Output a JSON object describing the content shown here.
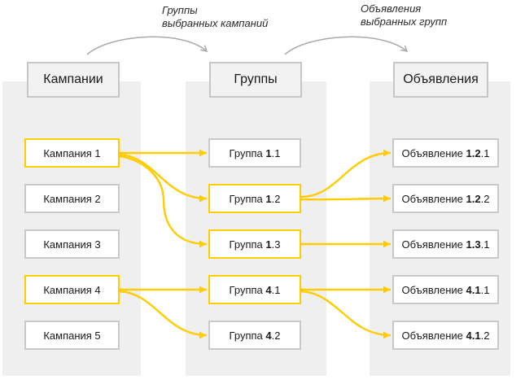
{
  "columns": [
    {
      "id": "campaigns",
      "header": "Кампании",
      "items": [
        {
          "pre": "Кампания 1",
          "bold": "",
          "post": "",
          "selected": true
        },
        {
          "pre": "Кампания 2",
          "bold": "",
          "post": "",
          "selected": false
        },
        {
          "pre": "Кампания 3",
          "bold": "",
          "post": "",
          "selected": false
        },
        {
          "pre": "Кампания 4",
          "bold": "",
          "post": "",
          "selected": true
        },
        {
          "pre": "Кампания 5",
          "bold": "",
          "post": "",
          "selected": false
        }
      ]
    },
    {
      "id": "groups",
      "header": "Группы",
      "items": [
        {
          "pre": "Группа ",
          "bold": "1",
          "post": ".1",
          "selected": false
        },
        {
          "pre": "Группа ",
          "bold": "1",
          "post": ".2",
          "selected": true
        },
        {
          "pre": "Группа ",
          "bold": "1",
          "post": ".3",
          "selected": true
        },
        {
          "pre": "Группа ",
          "bold": "4",
          "post": ".1",
          "selected": true
        },
        {
          "pre": "Группа ",
          "bold": "4",
          "post": ".2",
          "selected": false
        }
      ]
    },
    {
      "id": "ads",
      "header": "Объявления",
      "items": [
        {
          "pre": "Объявление ",
          "bold": "1.2",
          "post": ".1",
          "selected": false
        },
        {
          "pre": "Объявление ",
          "bold": "1.2",
          "post": ".2",
          "selected": false
        },
        {
          "pre": "Объявление ",
          "bold": "1.3",
          "post": ".1",
          "selected": false
        },
        {
          "pre": "Объявление ",
          "bold": "4.1",
          "post": ".1",
          "selected": false
        },
        {
          "pre": "Объявление ",
          "bold": "4.1",
          "post": ".2",
          "selected": false
        }
      ]
    }
  ],
  "annotations": [
    {
      "line1": "Группы",
      "line2": "выбранных кампаний",
      "from": "Кампании",
      "to": "Группы"
    },
    {
      "line1": "Объявления",
      "line2": "выбранных групп",
      "from": "Группы",
      "to": "Объявления"
    }
  ],
  "connections": [
    {
      "from": "Кампания 1",
      "to": "Группа 1.1"
    },
    {
      "from": "Кампания 1",
      "to": "Группа 1.2"
    },
    {
      "from": "Кампания 1",
      "to": "Группа 1.3"
    },
    {
      "from": "Кампания 4",
      "to": "Группа 4.1"
    },
    {
      "from": "Кампания 4",
      "to": "Группа 4.2"
    },
    {
      "from": "Группа 1.2",
      "to": "Объявление 1.2.1"
    },
    {
      "from": "Группа 1.2",
      "to": "Объявление 1.2.2"
    },
    {
      "from": "Группа 1.3",
      "to": "Объявление 1.3.1"
    },
    {
      "from": "Группа 4.1",
      "to": "Объявление 4.1.1"
    },
    {
      "from": "Группа 4.1",
      "to": "Объявление 4.1.2"
    }
  ],
  "colors": {
    "accent_yellow": "#ffcc00",
    "box_border_gray": "#c9c9c9",
    "header_fill": "#f2f2f2",
    "header_border": "#c6c6c6",
    "band_background": "#efefef",
    "annotation_arrow_gray": "#a9a9a9",
    "text": "#1a1a1a"
  }
}
